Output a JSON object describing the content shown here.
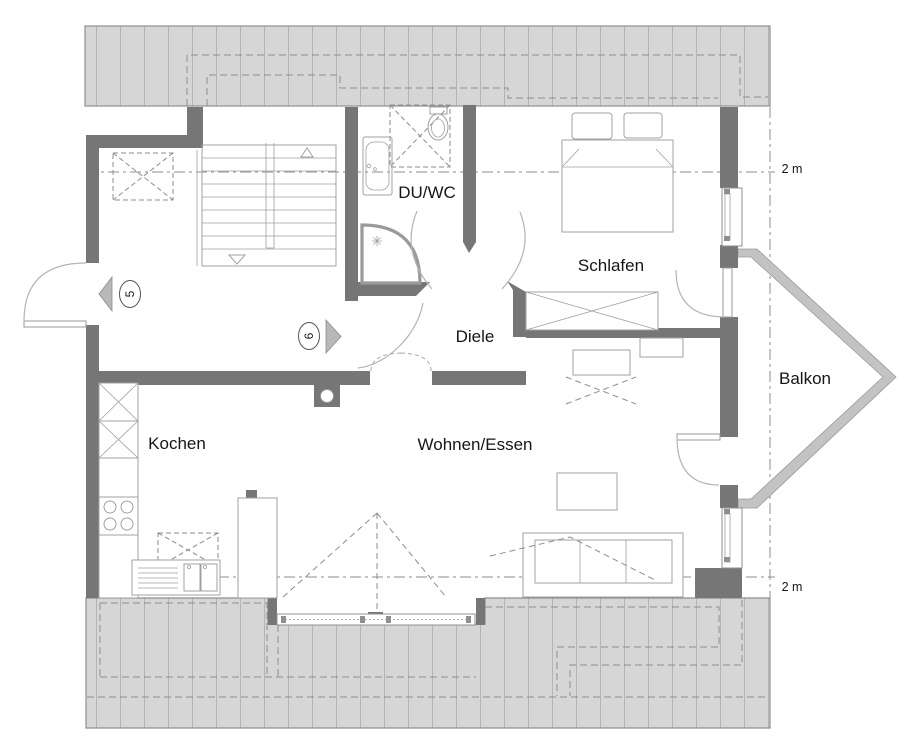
{
  "rooms": {
    "kitchen": {
      "label": "Kochen"
    },
    "living": {
      "label": "Wohnen/Essen"
    },
    "hallway": {
      "label": "Diele"
    },
    "bedroom": {
      "label": "Schlafen"
    },
    "bathroom": {
      "label": "DU/WC"
    },
    "balcony": {
      "label": "Balkon"
    }
  },
  "dimensions": {
    "top_right": "2 m",
    "bottom_right": "2 m"
  },
  "door_markers": {
    "door5": "5",
    "door6": "6"
  },
  "colors": {
    "wall": "#767676",
    "roof_hatch_fill": "#d6d6d6",
    "roof_hatch_line": "#b4b4b4",
    "outline": "#8f8f8f",
    "furniture": "#a0a0a0",
    "dashed": "#8d8d8d",
    "parapet": "#c3c3c3",
    "text": "#161616"
  }
}
